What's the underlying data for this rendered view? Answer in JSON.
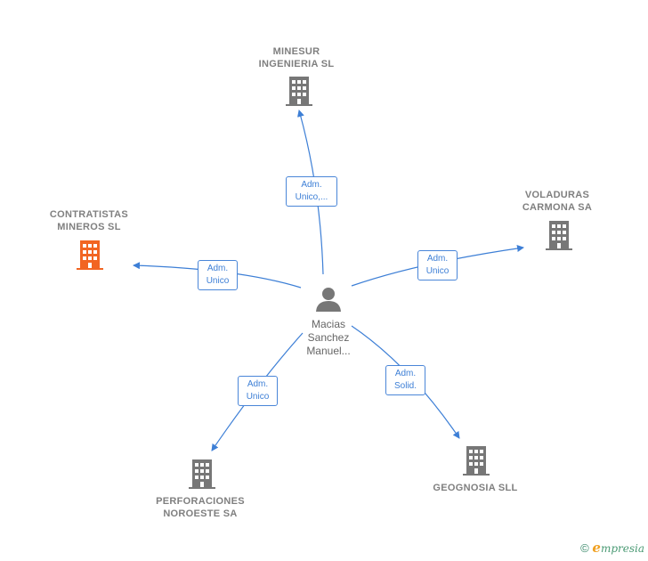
{
  "nodes": {
    "minesur": {
      "label": "MINESUR\nINGENIERIA SL"
    },
    "voladuras": {
      "label": "VOLADURAS\nCARMONA SA"
    },
    "contratistas": {
      "label": "CONTRATISTAS\nMINEROS  SL",
      "color": "#f26522"
    },
    "perforaciones": {
      "label": "PERFORACIONES\nNOROESTE SA"
    },
    "geognosia": {
      "label": "GEOGNOSIA SLL"
    },
    "person": {
      "label": "Macias\nSanchez\nManuel..."
    }
  },
  "edges": {
    "minesur": "Adm.\nUnico,...",
    "voladuras": "Adm.\nUnico",
    "contratistas": "Adm.\nUnico",
    "perforaciones": "Adm.\nUnico",
    "geognosia": "Adm.\nSolid."
  },
  "colors": {
    "edge": "#3d7fd6",
    "building": "#777777",
    "highlight": "#f26522",
    "person": "#777777"
  },
  "icons": {
    "building": "building-icon",
    "person": "person-icon",
    "copyright": "copyright-icon"
  },
  "footer": {
    "copyright": "©",
    "brand_e": "e",
    "brand_rest": "mpresia"
  }
}
